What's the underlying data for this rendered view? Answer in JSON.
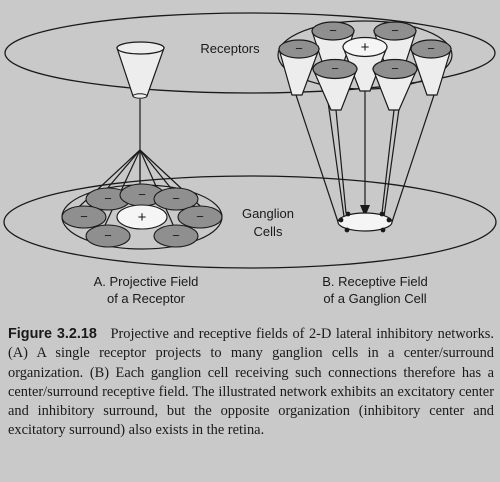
{
  "figure": {
    "labels": {
      "receptors": "Receptors",
      "ganglion_line1": "Ganglion",
      "ganglion_line2": "Cells",
      "panel_a_line1": "A. Projective Field",
      "panel_a_line2": "of a Receptor",
      "panel_b_line1": "B. Receptive Field",
      "panel_b_line2": "of a Ganglion Cell"
    },
    "symbols": {
      "plus": "+",
      "minus": "−"
    },
    "colors": {
      "background": "#c9c9c9",
      "cell_dark": "#8f8f8f",
      "cell_light": "#f5f5f5",
      "cone_fill": "#ededed",
      "line": "#1a1a1a"
    }
  },
  "caption": {
    "figure_number": "Figure 3.2.18",
    "text": "Projective and receptive fields of 2-D lateral inhibitory networks. (A) A single receptor projects to many ganglion cells in a center/surround organization. (B) Each ganglion cell receiving such connections therefore has a center/surround receptive field. The illustrated network exhibits an excitatory center and inhibitory surround, but the opposite organization (inhibitory center and excitatory surround) also exists in the retina."
  }
}
